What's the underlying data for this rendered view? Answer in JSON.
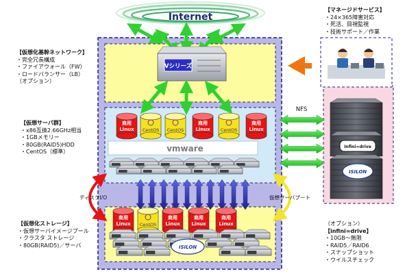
{
  "internet": "Internet",
  "vseries": "Vシリーズ",
  "vmware": "vmware",
  "nfs": "NFS",
  "disk_io": "ディスクI/O",
  "virtual_support": "仮想サーバプート",
  "drive_logo": "Infini∞drive",
  "isilon_logo": "ISILON",
  "chips": {
    "linux": [
      "商用",
      "Linux"
    ],
    "centos": "CentOS"
  },
  "managed": {
    "title": "【マネージドサービス】",
    "items": [
      "・24×365障害対応",
      "・死活、目視監視",
      "・技術サポート／作業"
    ]
  },
  "network": {
    "title": "【仮想化基幹ネットワーク】",
    "items": [
      "・完全冗長構成",
      "・ファイアウォール（FW）",
      "・ロードバランサー（LB）",
      "（オプション）"
    ]
  },
  "servers": {
    "title": "【仮想サーバ群】",
    "items": [
      "・x86互換2.66GHz相当",
      "・1GBメモリー",
      "・80GB(RAID5)HDD",
      "・CentOS（標準）"
    ]
  },
  "storage": {
    "title": "【仮想化ストレージ】",
    "items": [
      "・仮想サーバイメージプール",
      "・クラスタ ストレージ",
      "・80GB(RAID5)／サーバ"
    ]
  },
  "option": {
    "items": [
      "（オプション）",
      "【infini∞drive】",
      "・10GB～無限",
      "・RAID5／RAID6",
      "・スナップショット",
      "・ウイルスチェック"
    ]
  },
  "colors": {
    "outer_border": "#1f1f7a",
    "outer_fill": "#b9b7e8",
    "yellow_panel": "#fdfda0",
    "lightblue_panel": "#d2eaf8",
    "pink_panel": "#f9d8e3",
    "green_arrow": "#2fd12f",
    "blue_arrow": "#2f36b8",
    "orange_arrow": "#f07510",
    "red_chip": "#e61414",
    "yellow_chip": "#f6e21b"
  }
}
